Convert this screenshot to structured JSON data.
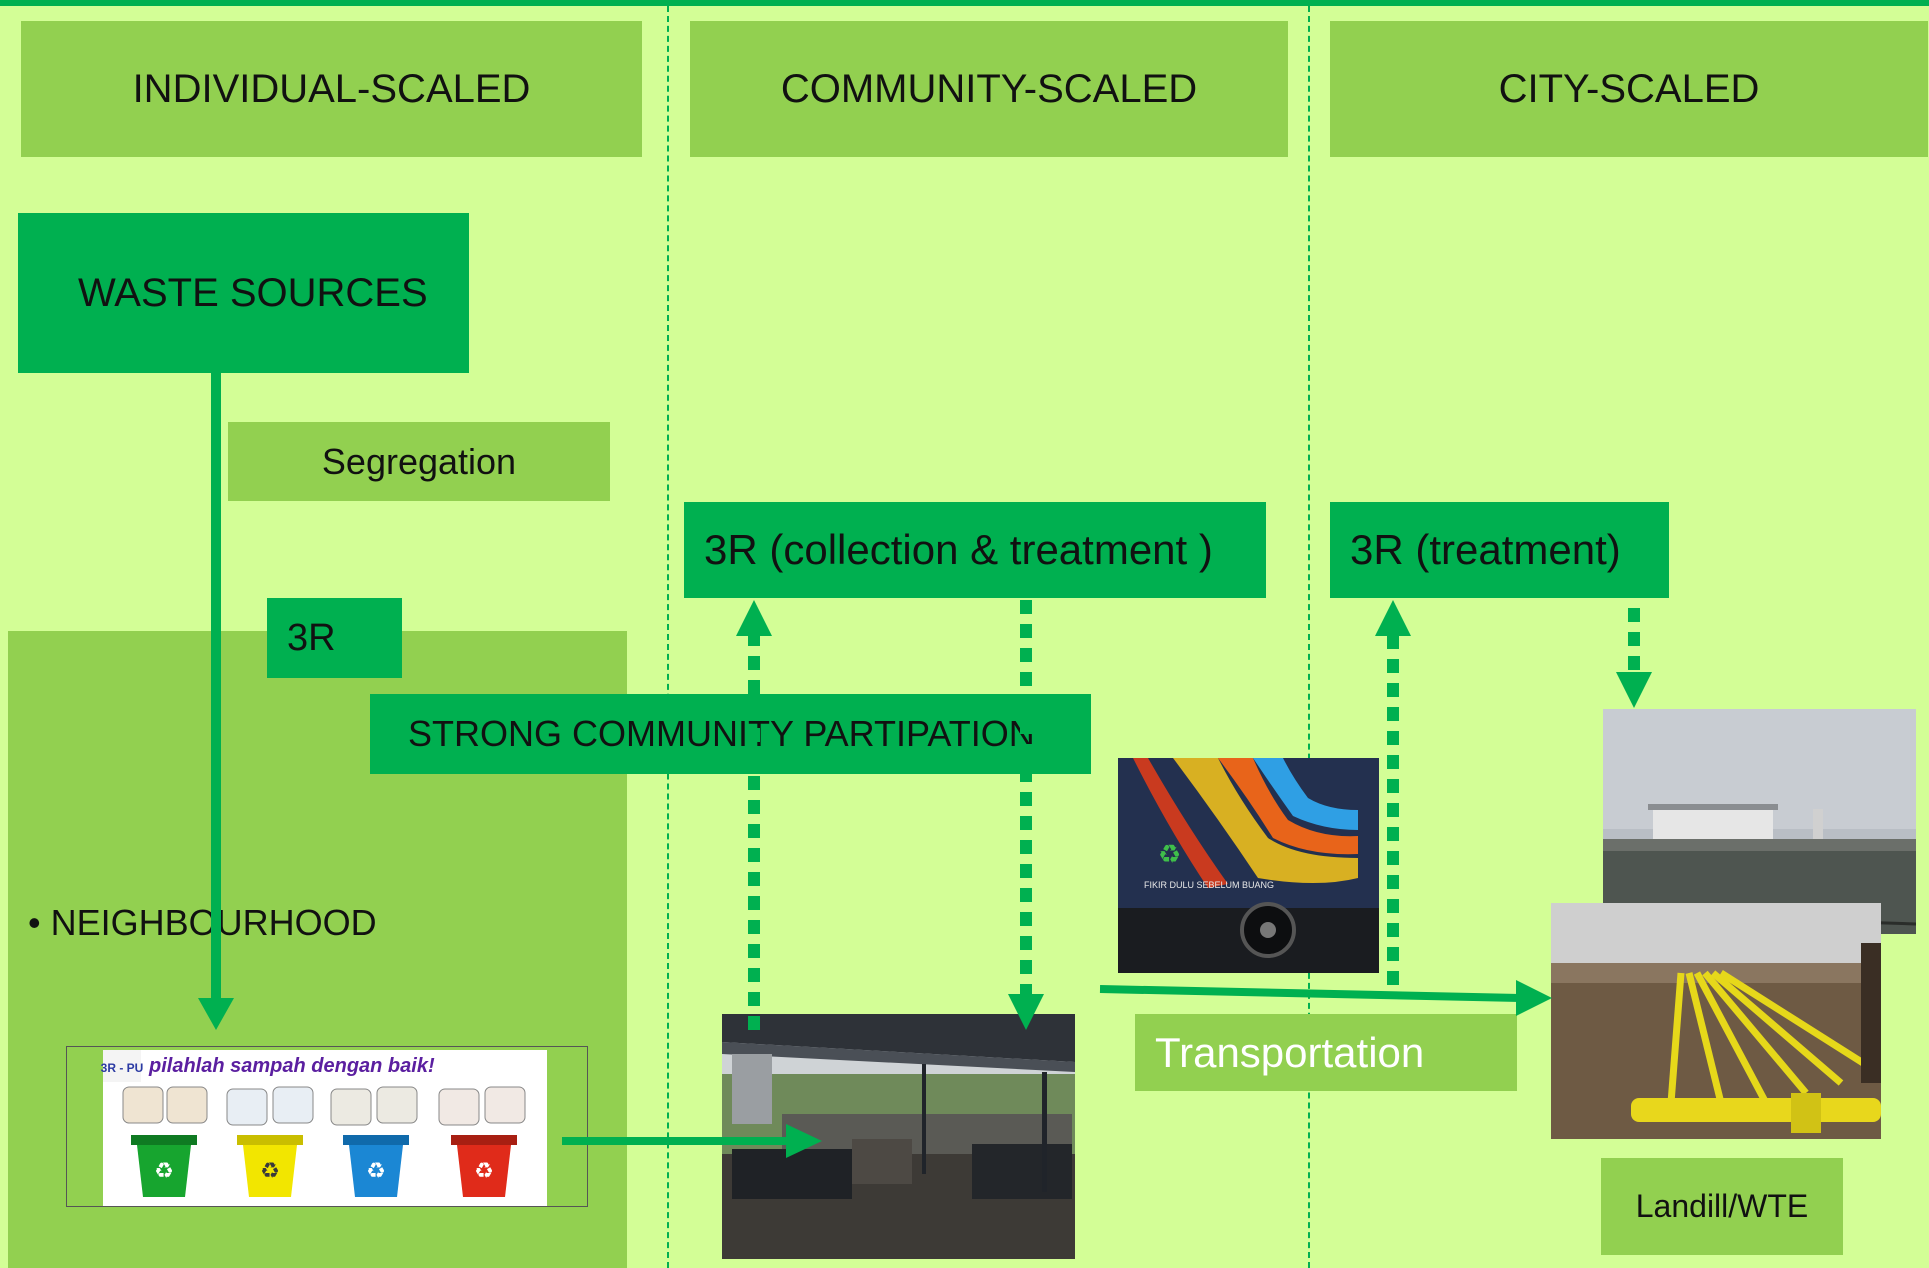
{
  "headers": {
    "individual": "INDIVIDUAL-SCALED",
    "community": "COMMUNITY-SCALED",
    "city": "CITY-SCALED"
  },
  "waste_sources": "WASTE SOURCES",
  "segregation": "Segregation",
  "three_r": "3R",
  "three_r_collection": "3R (collection & treatment )",
  "three_r_treatment": "3R (treatment)",
  "community_participation": "STRONG COMMUNITY PARTIPATION",
  "neighbourhood": "NEIGHBOURHOOD",
  "transportation": "Transportation",
  "landfill": "Landill/WTE",
  "poster": {
    "logo": "3R - PU",
    "slogan": "pilahlah sampah dengan baik!"
  },
  "truck_text": "FIKIR DULU SEBELUM BUANG",
  "colors": {
    "background": "#d3fe96",
    "header_fill": "#92d050",
    "dark_green": "#00b050",
    "bin_green": "#17a52f",
    "bin_yellow": "#f2e600",
    "bin_blue": "#1b87d4",
    "bin_red": "#e02b1a"
  },
  "icons": [
    "arrow-down-icon",
    "arrow-right-icon",
    "dotted-arrow-up-icon",
    "dotted-arrow-down-icon",
    "recycle-icon",
    "bullet-icon"
  ]
}
